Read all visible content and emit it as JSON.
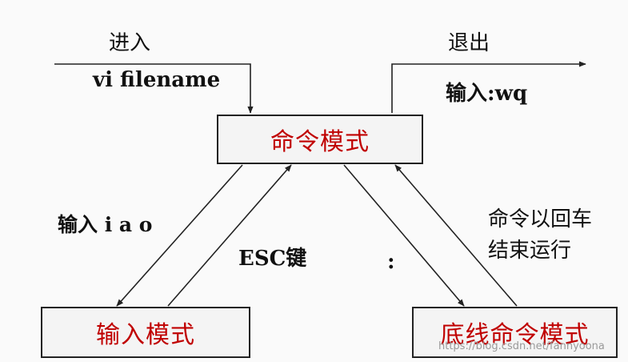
{
  "diagram": {
    "nodes": {
      "command_mode": "命令模式",
      "insert_mode": "输入模式",
      "last_line_mode": "底线命令模式"
    },
    "labels": {
      "enter": "进入",
      "vi_filename": "vi filename",
      "quit": "退出",
      "input_wq": "输入:wq",
      "input_iao": "输入 i a o",
      "esc_key": "ESC键",
      "colon": ":",
      "enter_run_line1": "命令以回车",
      "enter_run_line2": "结束运行"
    },
    "watermark": "https://blog.csdn.net/fannyoona"
  },
  "colors": {
    "node_text": "#c00000",
    "line": "#222222",
    "label_text": "#111111"
  }
}
